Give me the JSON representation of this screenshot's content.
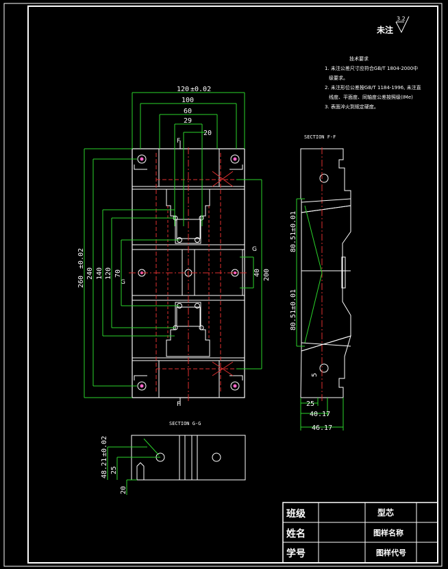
{
  "roughness": {
    "label": "未注",
    "value": "3.2"
  },
  "notes": {
    "title": "技术要求",
    "lines": [
      "1. 未注公差尺寸应符合GB/T 1804-2000中",
      "   级要求。",
      "2. 未注形位公差按GB/T 1184-1996, 未注直",
      "   线度、平面度、同轴度公差按照级(IMe)",
      "3. 表面淬火到规定硬度。"
    ]
  },
  "section_ff": {
    "label": "SECTION F-F"
  },
  "section_gg": {
    "label": "SECTION G-G"
  },
  "cut_labels": {
    "f_top": "F",
    "f_bottom": "F",
    "g_left": "G",
    "g_right": "G"
  },
  "main_view_dims": {
    "top": [
      "120",
      "100",
      "60",
      "29",
      "20"
    ],
    "top_tol": "±0.02",
    "left": [
      "260",
      "240",
      "140",
      "120",
      "70"
    ],
    "left_tol": "±0.02",
    "right": [
      "200",
      "40"
    ]
  },
  "section_ff_dims": {
    "vertical": [
      "80.51",
      "80.51"
    ],
    "tol": "±0.01",
    "slot": "5",
    "bottom": [
      "25",
      "40.17",
      "46.17"
    ]
  },
  "section_gg_dims": {
    "left": [
      "48.21",
      "25",
      "20"
    ],
    "tol": "±0.02"
  },
  "title_block": {
    "rows": [
      {
        "label": "班级",
        "value": "",
        "right": "型芯"
      },
      {
        "label": "姓名",
        "value": "",
        "right": "图样名称"
      },
      {
        "label": "学号",
        "value": "",
        "right": "图样代号"
      }
    ]
  },
  "colors": {
    "dimension": "#2bd62b",
    "centerline": "#e03030",
    "outline": "#ffffff",
    "background": "#000000"
  }
}
